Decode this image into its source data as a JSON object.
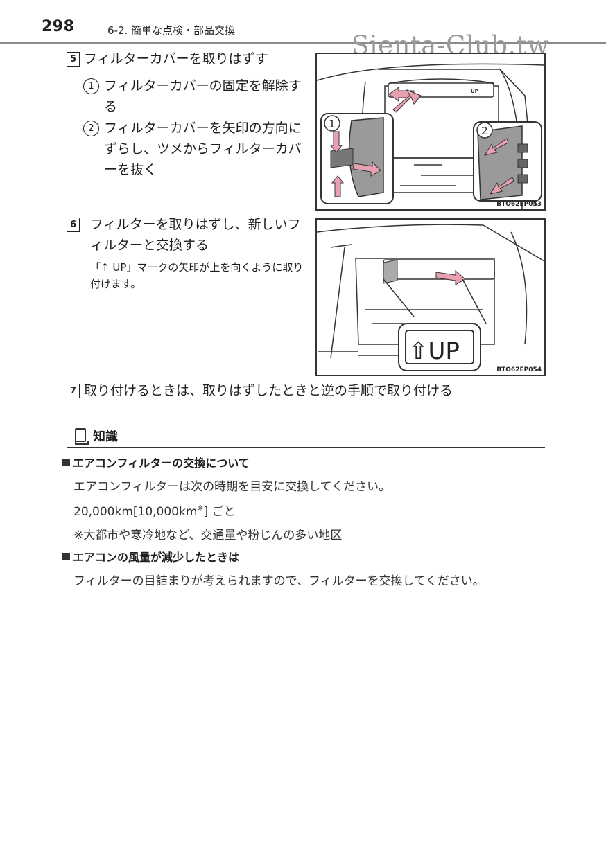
{
  "header": {
    "page_number": "298",
    "section_title": "6-2. 簡単な点検・部品交換",
    "watermark": "Sienta-Club.tw"
  },
  "steps": [
    {
      "number": "5",
      "title": "フィルターカバーを取りはずす",
      "substeps": [
        {
          "marker": "1",
          "text": "フィルターカバーの固定を解除する"
        },
        {
          "marker": "2",
          "text": "フィルターカバーを矢印の方向にずらし、ツメからフィルターカバーを抜く"
        }
      ],
      "figure": {
        "code": "BTO62EP053",
        "callouts": [
          "1",
          "2"
        ],
        "label": "UP"
      }
    },
    {
      "number": "6",
      "title": "フィルターを取りはずし、新しいフィルターと交換する",
      "note": "「↑ UP」マークの矢印が上を向くように取り付けます。",
      "figure": {
        "code": "BTO62EP054",
        "label": "⇧UP"
      }
    },
    {
      "number": "7",
      "title": "取り付けるときは、取りはずしたときと逆の手順で取り付ける"
    }
  ],
  "knowledge": {
    "title": "知識",
    "icon": "book-icon",
    "sections": [
      {
        "heading": "エアコンフィルターの交換について",
        "lines": [
          "エアコンフィルターは次の時期を目安に交換してください。",
          "20,000km[10,000km",
          "※",
          "] ごと",
          "※大都市や寒冷地など、交通量や粉じんの多い地区"
        ]
      },
      {
        "heading": "エアコンの風量が減少したときは",
        "lines": [
          "フィルターの目詰まりが考えられますので、フィルターを交換してください。"
        ]
      }
    ]
  },
  "colors": {
    "text": "#1e1e1e",
    "rule": "#8a8a8a",
    "arrow": "#e8a0b0",
    "panel_gray": "#9a9a9a"
  }
}
